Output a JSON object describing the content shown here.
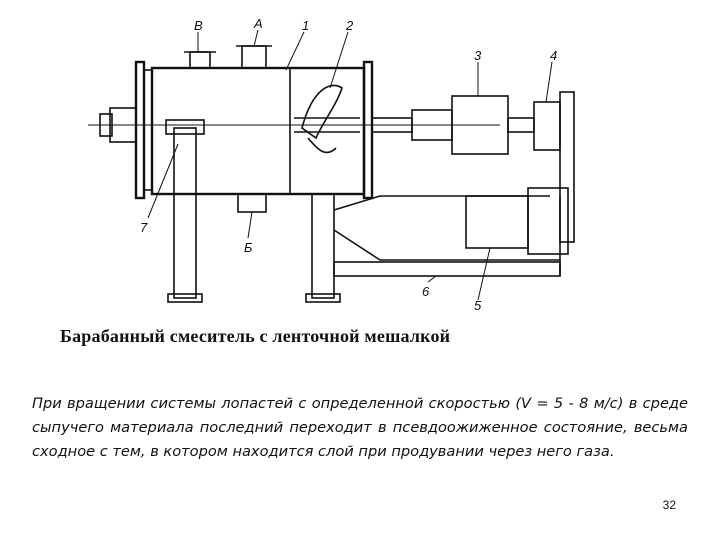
{
  "figure": {
    "callouts": [
      "В",
      "А",
      "1",
      "2",
      "3",
      "4",
      "7",
      "Б",
      "6",
      "5"
    ]
  },
  "caption": "Барабанный смеситель с ленточной мешалкой",
  "body_text": "При вращении системы лопастей с определенной скоростью (V = 5 - 8 м/с) в среде сыпучего материала последний переходит в псевдоожиженное состояние, весьма сходное с тем, в котором находится слой при продувании через него газа.",
  "page_number": "32"
}
